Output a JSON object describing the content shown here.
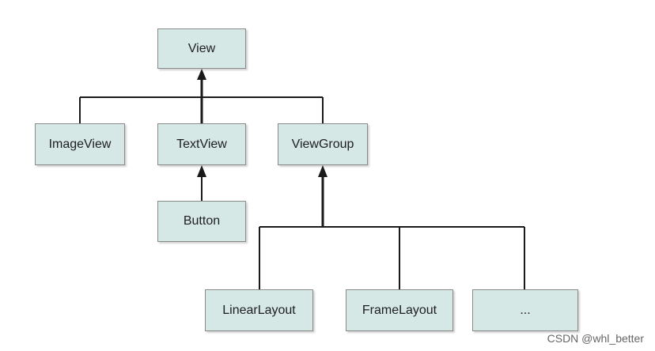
{
  "nodes": {
    "view": "View",
    "imageview": "ImageView",
    "textview": "TextView",
    "viewgroup": "ViewGroup",
    "button": "Button",
    "linearlayout": "LinearLayout",
    "framelayout": "FrameLayout",
    "more": "..."
  },
  "colors": {
    "node_fill": "#d5e8e6",
    "node_border": "#8a8a8a",
    "line": "#1a1a1a"
  },
  "watermark": "CSDN @whl_better"
}
